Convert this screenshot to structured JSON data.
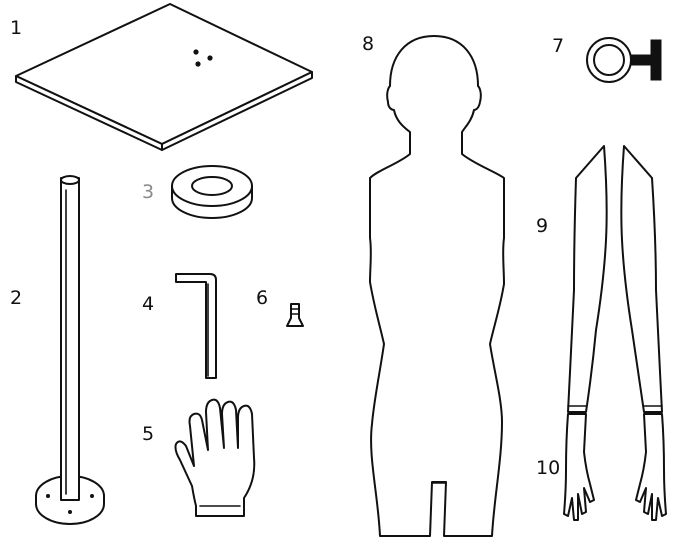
{
  "labels": {
    "board": "1",
    "pole": "2",
    "washer": "3",
    "allen_key": "4",
    "glove": "5",
    "screw": "6",
    "ring": "7",
    "torso": "8",
    "arms": "9",
    "hands": "10"
  },
  "colors": {
    "stroke": "#111111",
    "fill": "#ffffff",
    "muted_label": "#8a8a8a"
  }
}
